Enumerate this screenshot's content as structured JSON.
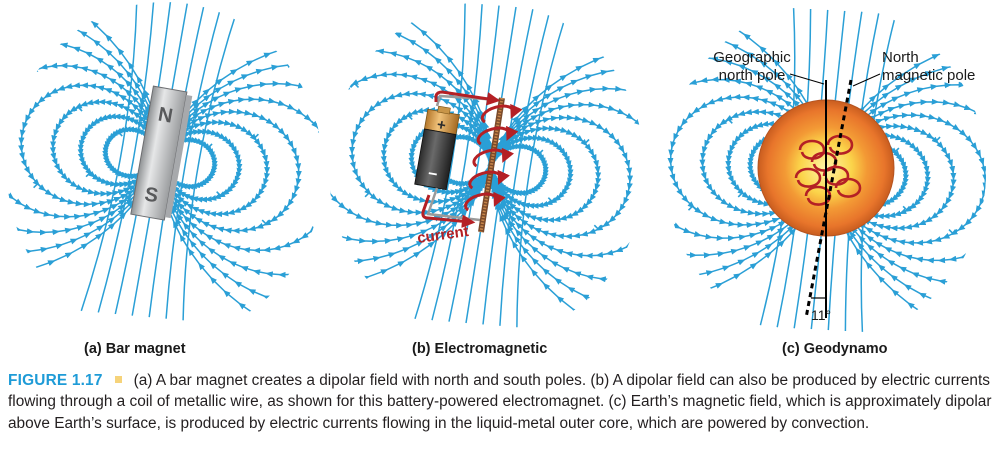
{
  "panels": [
    {
      "id": "a",
      "label": "(a) Bar magnet",
      "north_label": "N",
      "south_label": "S"
    },
    {
      "id": "b",
      "label": "(b) Electromagnetic",
      "battery_plus": "+",
      "battery_minus": "−",
      "current_label": "current"
    },
    {
      "id": "c",
      "label": "(c) Geodynamo",
      "geo_pole_label_1": "Geographic",
      "geo_pole_label_2": "north pole",
      "mag_pole_label_1": "North",
      "mag_pole_label_2": "magnetic pole",
      "angle_label": "11°"
    }
  ],
  "caption": {
    "figure_number": "FIGURE 1.17",
    "text": "(a) A bar magnet creates a dipolar field with north and south poles. (b) A dipolar field can also be produced by electric currents flowing through a coil of metallic wire, as shown for this battery-powered electromagnet. (c) Earth’s magnetic field, which is approximately dipolar above Earth’s surface, is produced by electric currents flowing in the liquid-metal outer core, which are powered by convection."
  },
  "colors": {
    "field_line": "#2a9fd6",
    "current": "#b42025",
    "figure_number": "#1e9bd7",
    "caption_text": "#231f20",
    "magnet_body": "#bcbec0",
    "core_outer": "#e8752b",
    "core_inner": "#fbd44a"
  }
}
